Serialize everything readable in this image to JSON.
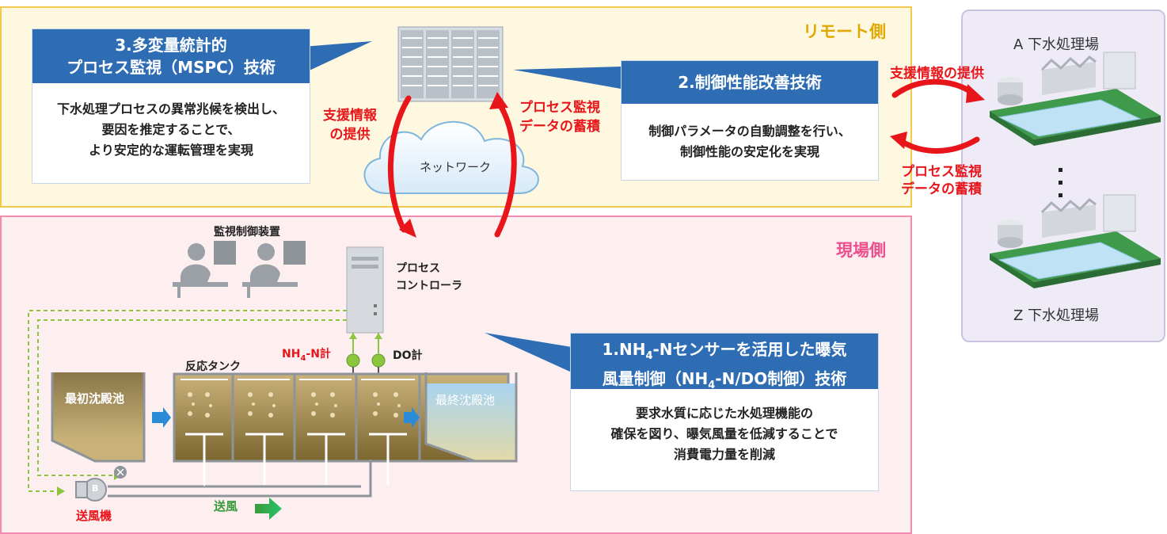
{
  "zones": {
    "remote": "リモート側",
    "site": "現場側"
  },
  "plants": {
    "top": "A 下水処理場",
    "bottom": "Z 下水処理場"
  },
  "cards": {
    "mspc": {
      "title_line1": "3.多変量統計的",
      "title_line2": "プロセス監視（MSPC）技術",
      "body": [
        "下水処理プロセスの異常兆候を検出し、",
        "要因を推定することで、",
        "より安定的な運転管理を実現"
      ]
    },
    "control": {
      "title": "2.制御性能改善技術",
      "body": [
        "制御パラメータの自動調整を行い、",
        "制御性能の安定化を実現"
      ]
    },
    "aeration": {
      "title_line1_a": "1.NH",
      "title_line1_sub": "4",
      "title_line1_b": "-Nセンサーを活用した曝気",
      "title_line2_a": "風量制御（NH",
      "title_line2_sub": "4",
      "title_line2_b": "-N/DO制御）技術",
      "body": [
        "要求水質に応じた水処理機能の",
        "確保を図り、曝気風量を低減することで",
        "消費電力量を削減"
      ]
    }
  },
  "arrows": {
    "support_left": [
      "支援情報",
      "の提供"
    ],
    "accum_left": [
      "プロセス監視",
      "データの蓄積"
    ],
    "support_right": "支援情報の提供",
    "accum_right": [
      "プロセス監視",
      "データの蓄積"
    ]
  },
  "network": "ネットワーク",
  "site": {
    "monitor_label": "監視制御装置",
    "controller_label": [
      "プロセス",
      "コントローラ"
    ],
    "sensor_nh4_a": "NH",
    "sensor_nh4_sub": "4",
    "sensor_nh4_b": "-N計",
    "sensor_do": "DO計",
    "tank_label": "反応タンク",
    "first_basin": "最初沈殿池",
    "final_basin": "最終沈殿池",
    "blower_label": "送風機",
    "air_label": "送風",
    "blower_letter": "B"
  },
  "colors": {
    "accent_blue": "#2e6db4",
    "alert_red": "#e8161b",
    "air_green": "#3a9b3a"
  }
}
